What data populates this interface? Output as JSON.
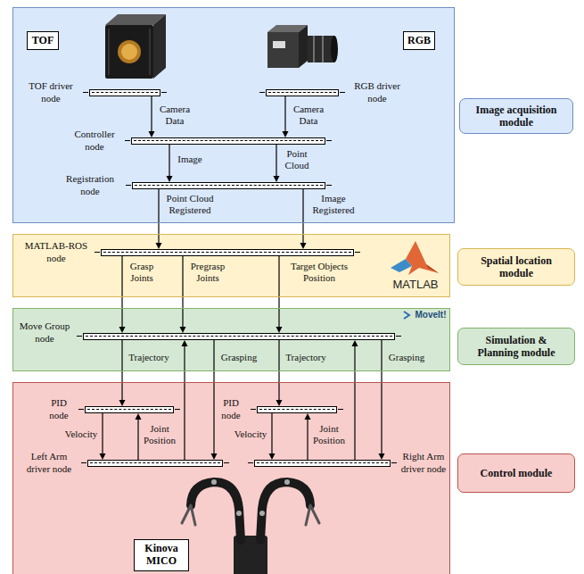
{
  "diagram": {
    "nodes": [
      {
        "text": [
          "Image acquisition module"
        ]
      },
      {
        "text": [
          "TOF"
        ],
        "in": 0
      },
      {
        "text": [
          "RGB"
        ],
        "in": 0
      },
      {
        "text": [
          "TOF driver node"
        ],
        "in": 0
      },
      {
        "text": [
          "RGB driver node"
        ],
        "in": 0
      },
      {
        "text": [
          "Controller node"
        ],
        "in": 0
      },
      {
        "text": [
          "Registration node"
        ],
        "in": 0
      },
      {
        "text": [
          "Spatial location module"
        ]
      },
      {
        "text": [
          "MATLAB-ROS node"
        ],
        "in": 7
      },
      {
        "text": [
          "Simulation & Planning module"
        ]
      },
      {
        "text": [
          "Move Group node"
        ],
        "in": 9
      },
      {
        "text": [
          "Control module"
        ]
      },
      {
        "text": [
          "PID node"
        ],
        "in": 11
      },
      {
        "text": [
          "PID node"
        ],
        "in": 11
      },
      {
        "text": [
          "Left Arm driver node"
        ],
        "in": 11
      },
      {
        "text": [
          "Right Arm driver node"
        ],
        "in": 11
      },
      {
        "text": [
          "Kinova MICO"
        ],
        "in": 11
      }
    ],
    "edges": [
      {
        "from": 3,
        "to": 5,
        "label": "Camera Data",
        "arrow": "to"
      },
      {
        "from": 4,
        "to": 5,
        "label": "Camera Data",
        "arrow": "to"
      },
      {
        "from": 5,
        "to": 6,
        "label": "Image",
        "arrow": "to"
      },
      {
        "from": 5,
        "to": 6,
        "label": "Point Cloud",
        "arrow": "to"
      },
      {
        "from": 6,
        "to": 8,
        "label": "Point Cloud Registered",
        "arrow": "to"
      },
      {
        "from": 6,
        "to": 8,
        "label": "Image Registered",
        "arrow": "to"
      },
      {
        "from": 8,
        "to": 10,
        "label": "Grasp Joints",
        "arrow": "to"
      },
      {
        "from": 8,
        "to": 10,
        "label": "Pregrasp Joints",
        "arrow": "to"
      },
      {
        "from": 8,
        "to": 10,
        "label": "Target Objects Position",
        "arrow": "to"
      },
      {
        "from": 10,
        "to": 12,
        "label": "Trajectory",
        "arrow": "to"
      },
      {
        "from": 14,
        "to": 10,
        "arrow": "to"
      },
      {
        "from": 10,
        "to": 14,
        "label": "Grasping",
        "arrow": "to"
      },
      {
        "from": 10,
        "to": 13,
        "label": "Trajectory",
        "arrow": "to"
      },
      {
        "from": 15,
        "to": 10,
        "arrow": "to"
      },
      {
        "from": 10,
        "to": 15,
        "label": "Grasping",
        "arrow": "to"
      },
      {
        "from": 12,
        "to": 14,
        "label": "Velocity",
        "arrow": "to"
      },
      {
        "from": 14,
        "to": 12,
        "label": "Joint Position",
        "arrow": "to"
      },
      {
        "from": 13,
        "to": 15,
        "label": "Velocity",
        "arrow": "to"
      },
      {
        "from": 15,
        "to": 13,
        "label": "Joint Position",
        "arrow": "to"
      }
    ],
    "labels": [
      "MATLAB",
      "MoveIt!"
    ]
  }
}
